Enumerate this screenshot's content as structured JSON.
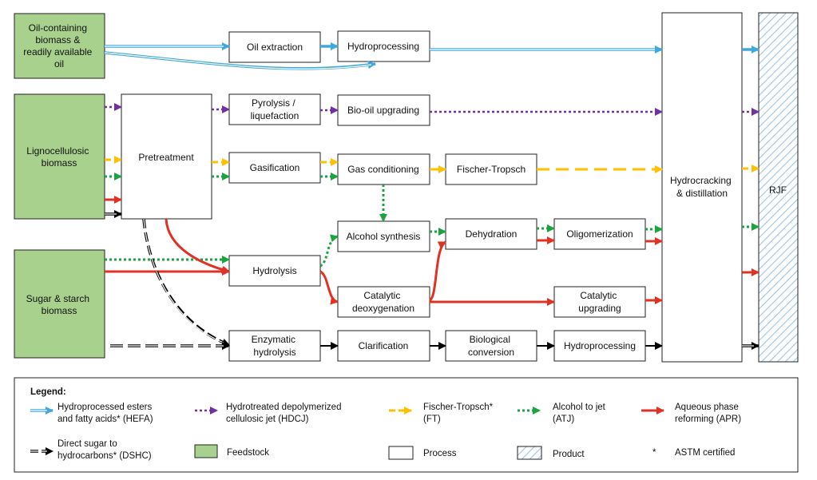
{
  "colors": {
    "feedstock": "#a9d18e",
    "process": "#ffffff",
    "product_hatch": "#9dc3e6",
    "hefa": "#41a7dc",
    "hdcj": "#7030a0",
    "ft": "#ffc000",
    "atj": "#1aa33f",
    "apr": "#e03224",
    "dshc": "#000000"
  },
  "feedstocks": {
    "oil": [
      "Oil-containing",
      "biomass &",
      "readily available",
      "oil"
    ],
    "ligno": [
      "Lignocellulosic",
      "biomass"
    ],
    "sugar": [
      "Sugar & starch",
      "biomass"
    ]
  },
  "processes": {
    "pretreatment": [
      "Pretreatment"
    ],
    "oil_extraction": [
      "Oil extraction"
    ],
    "hydroprocessing_top": [
      "Hydroprocessing"
    ],
    "pyrolysis": [
      "Pyrolysis /",
      "liquefaction"
    ],
    "biooil": [
      "Bio-oil upgrading"
    ],
    "gasification": [
      "Gasification"
    ],
    "gas_conditioning": [
      "Gas conditioning"
    ],
    "fischer_tropsch": [
      "Fischer-Tropsch"
    ],
    "alcohol_synthesis": [
      "Alcohol synthesis"
    ],
    "dehydration": [
      "Dehydration"
    ],
    "oligomerization": [
      "Oligomerization"
    ],
    "hydrolysis": [
      "Hydrolysis"
    ],
    "catalytic_deox": [
      "Catalytic",
      "deoxygenation"
    ],
    "catalytic_upgrading": [
      "Catalytic",
      "upgrading"
    ],
    "enzymatic": [
      "Enzymatic",
      "hydrolysis"
    ],
    "clarification": [
      "Clarification"
    ],
    "biological": [
      "Biological",
      "conversion"
    ],
    "hydroprocessing_bottom": [
      "Hydroprocessing"
    ],
    "hydrocracking": [
      "Hydrocracking",
      "& distillation"
    ]
  },
  "product": {
    "rjf": "RJF"
  },
  "legend": {
    "title": "Legend:",
    "hefa": [
      "Hydroprocessed esters",
      "and fatty acids* (HEFA)"
    ],
    "hdcj": [
      "Hydrotreated depolymerized",
      "cellulosic jet (HDCJ)"
    ],
    "ft": [
      "Fischer-Tropsch*",
      "(FT)"
    ],
    "atj": [
      "Alcohol to jet",
      "(ATJ)"
    ],
    "apr": [
      "Aqueous phase",
      "reforming (APR)"
    ],
    "dshc": [
      "Direct sugar to",
      "hydrocarbons* (DSHC)"
    ],
    "feedstock": "Feedstock",
    "process": "Process",
    "product": "Product",
    "asterisk": "*",
    "astm": "ASTM certified"
  }
}
